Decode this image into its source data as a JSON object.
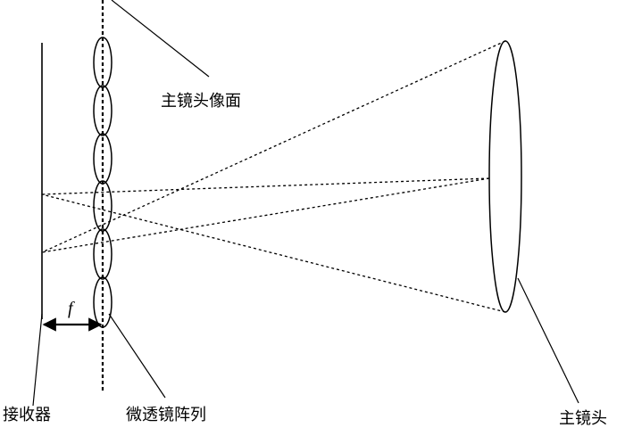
{
  "labels": {
    "image_plane": "主镜头像面",
    "receiver": "接收器",
    "microlens_array": "微透镜阵列",
    "main_lens": "主镜头",
    "focal_length": "f"
  },
  "colors": {
    "line": "#000000",
    "background": "#ffffff"
  }
}
